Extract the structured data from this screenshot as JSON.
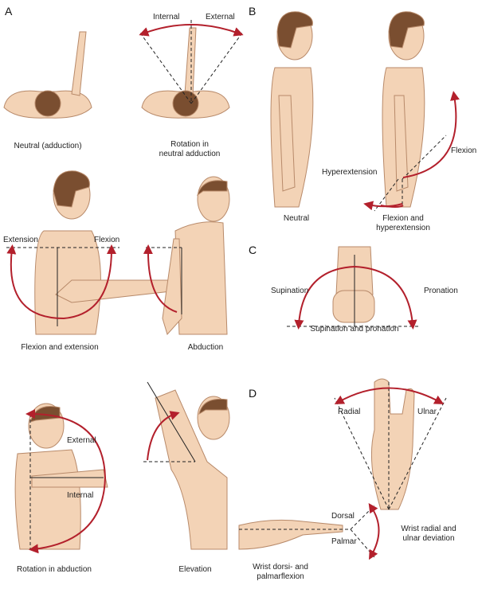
{
  "panels": {
    "a": "A",
    "b": "B",
    "c": "C",
    "d": "D"
  },
  "labels": {
    "a_internal": "Internal",
    "a_external": "External",
    "a_neutral_adduction": "Neutral (adduction)",
    "a_rotation_neutral_1": "Rotation in",
    "a_rotation_neutral_2": "neutral adduction",
    "a_extension": "Extension",
    "a_flexion": "Flexion",
    "a_flexion_extension": "Flexion and extension",
    "a_abduction": "Abduction",
    "a_external_abd": "External",
    "a_internal_abd": "Internal",
    "a_rotation_abduction": "Rotation in abduction",
    "a_elevation": "Elevation",
    "b_hyperextension": "Hyperextension",
    "b_flexion": "Flexion",
    "b_neutral": "Neutral",
    "b_flex_hyper_1": "Flexion and",
    "b_flex_hyper_2": "hyperextension",
    "c_supination": "Supination",
    "c_pronation": "Pronation",
    "c_sup_pro": "Supination and pronation",
    "d_radial": "Radial",
    "d_ulnar": "Ulnar",
    "d_radial_ulnar_1": "Wrist radial and",
    "d_radial_ulnar_2": "ulnar deviation",
    "d_dorsal": "Dorsal",
    "d_palmar": "Palmar",
    "d_dorsi_palmar_1": "Wrist dorsi- and",
    "d_dorsi_palmar_2": "palmarflexion"
  },
  "colors": {
    "arc": "#b3202c",
    "skin": "#f3d3b6",
    "hair": "#7a4e30",
    "outline": "#b88a6a"
  }
}
